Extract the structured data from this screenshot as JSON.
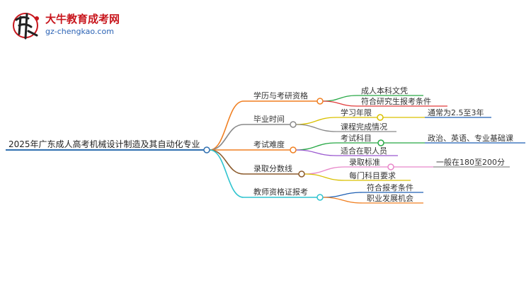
{
  "brand": {
    "name": "大牛教育成考网",
    "url": "gz-chengkao.com",
    "icon": "bull-calligraphy-logo",
    "color_primary": "#c8161d",
    "color_url": "#2b63b5"
  },
  "mindmap": {
    "root": "2025年广东成人高考机械设计制造及其自动化专业",
    "root_color": "#2f6fb0",
    "branches": [
      {
        "label": "学历与考研资格",
        "color": "#f07f21",
        "children": [
          {
            "label": "成人本科文凭",
            "color": "#27a845"
          },
          {
            "label": "符合研究生报考条件",
            "color": "#e03a3a"
          }
        ]
      },
      {
        "label": "毕业时间",
        "color": "#8a8a8a",
        "children": [
          {
            "label": "学习年限",
            "color": "#d9c000",
            "detail": "通常为2.5至3年",
            "detail_color": "#1e5fb3"
          },
          {
            "label": "课程完成情况",
            "color": "#8a8a8a"
          }
        ]
      },
      {
        "label": "考试难度",
        "color": "#f07f21",
        "children": [
          {
            "label": "考试科目",
            "color": "#27a845",
            "detail": "政治、英语、专业基础课",
            "detail_color": "#1e5fb3"
          },
          {
            "label": "适合在职人员",
            "color": "#9b59d0"
          }
        ]
      },
      {
        "label": "录取分数线",
        "color": "#8b5a2b",
        "children": [
          {
            "label": "录取标准",
            "color": "#e887c9",
            "detail": "一般在180至200分",
            "detail_color": "#8a8a8a"
          },
          {
            "label": "每门科目要求",
            "color": "#d9c000"
          }
        ]
      },
      {
        "label": "教师资格证报考",
        "color": "#2fc4cf",
        "children": [
          {
            "label": "符合报考条件",
            "color": "#1e5fb3"
          },
          {
            "label": "职业发展机会",
            "color": "#f07f21"
          }
        ]
      }
    ]
  }
}
